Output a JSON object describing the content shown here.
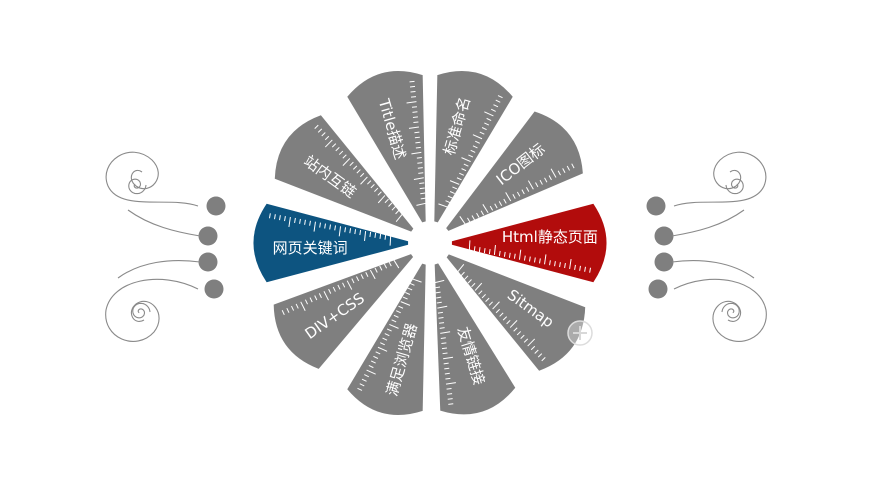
{
  "colors": {
    "blade": "#7f7f7f",
    "accent_blue": "#0d5480",
    "accent_red": "#b20c0c",
    "tick": "#ffffff",
    "dot": "#7f7f7f",
    "swirl": "#8a8a8a"
  },
  "blades": [
    {
      "label": "网页关键词",
      "color": "accent_blue"
    },
    {
      "label": "站内互链",
      "color": "blade"
    },
    {
      "label": "Title描述",
      "color": "blade"
    },
    {
      "label": "标准命名",
      "color": "blade"
    },
    {
      "label": "ICO图标",
      "color": "blade"
    },
    {
      "label": "Html静态页面",
      "color": "accent_red"
    },
    {
      "label": "Sitmap",
      "color": "blade"
    },
    {
      "label": "友情链接",
      "color": "blade"
    },
    {
      "label": "满足浏览器",
      "color": "blade"
    },
    {
      "label": "DIV+CSS",
      "color": "blade"
    }
  ],
  "icons": {
    "left_ornament": "swirl-ornament-icon",
    "right_ornament": "swirl-ornament-icon",
    "add_badge": "plus-circle-icon"
  }
}
